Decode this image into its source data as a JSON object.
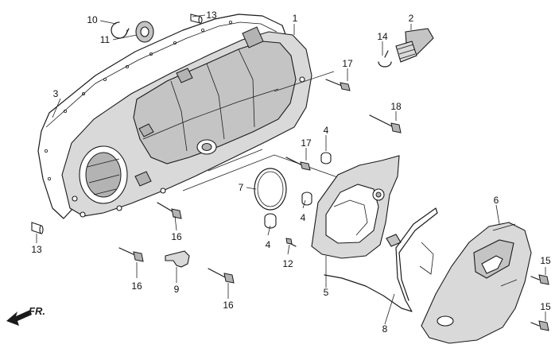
{
  "diagram": {
    "direction_label": "FR.",
    "callouts": [
      {
        "id": "c1",
        "text": "1"
      },
      {
        "id": "c2",
        "text": "2"
      },
      {
        "id": "c3",
        "text": "3"
      },
      {
        "id": "c4a",
        "text": "4"
      },
      {
        "id": "c4b",
        "text": "4"
      },
      {
        "id": "c4c",
        "text": "4"
      },
      {
        "id": "c5",
        "text": "5"
      },
      {
        "id": "c6",
        "text": "6"
      },
      {
        "id": "c7",
        "text": "7"
      },
      {
        "id": "c8",
        "text": "8"
      },
      {
        "id": "c9",
        "text": "9"
      },
      {
        "id": "c10",
        "text": "10"
      },
      {
        "id": "c11",
        "text": "11"
      },
      {
        "id": "c12",
        "text": "12"
      },
      {
        "id": "c13a",
        "text": "13"
      },
      {
        "id": "c13b",
        "text": "13"
      },
      {
        "id": "c14",
        "text": "14"
      },
      {
        "id": "c15a",
        "text": "15"
      },
      {
        "id": "c15b",
        "text": "15"
      },
      {
        "id": "c16a",
        "text": "16"
      },
      {
        "id": "c16b",
        "text": "16"
      },
      {
        "id": "c16c",
        "text": "16"
      },
      {
        "id": "c17a",
        "text": "17"
      },
      {
        "id": "c17b",
        "text": "17"
      },
      {
        "id": "c18",
        "text": "18"
      }
    ]
  }
}
